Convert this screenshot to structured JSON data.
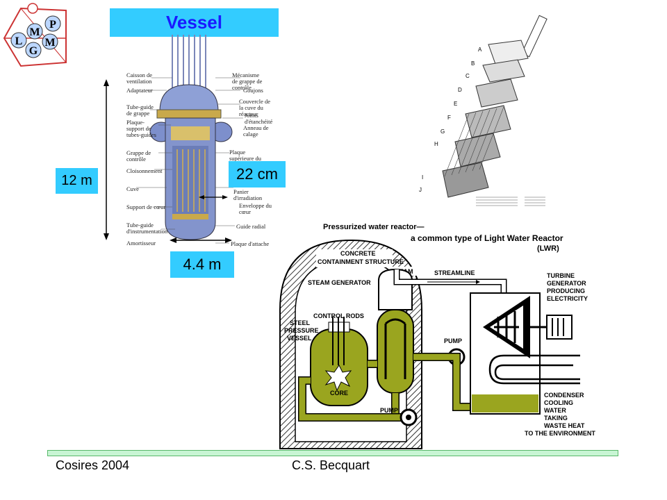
{
  "logo": {
    "letters": [
      "P",
      "L",
      "M",
      "M",
      "G"
    ]
  },
  "vessel": {
    "title": "Vessel",
    "left_labels": [
      "Caisson de ventilation",
      "Adaptateur",
      "Tube-guide de grappe",
      "Plaque-support de tubes-guides",
      "Grappe de contrôle",
      "Cloisonnement",
      "Cuve",
      "Support de cœur",
      "Tube-guide d'instrumentation",
      "Amortisseur"
    ],
    "right_labels": [
      "Mécanisme de grappe de contrôle",
      "Goujons",
      "Couvercle de la cuve du réacteur",
      "Joints d'étanchéité",
      "Anneau de calage",
      "Plaque supérieure du cœur",
      "Panier d'irradiation",
      "Enveloppe du cœur",
      "Guide radial",
      "Plaque d'attache"
    ],
    "dims": {
      "height": "12 m",
      "thickness": "22 cm",
      "diameter": "4.4 m"
    }
  },
  "assembly": {
    "labels": [
      "A",
      "B",
      "C",
      "D",
      "E",
      "F",
      "G",
      "H",
      "I",
      "J"
    ]
  },
  "pwr": {
    "title_line1": "Pressurized water reactor—",
    "title_line2": "a common type of Light Water Reactor",
    "title_line3": "(LWR)",
    "labels": {
      "concrete1": "CONCRETE",
      "concrete2": "CONTAINMENT STRUCTURE",
      "steam": "STEAM",
      "streamline": "STREAMLINE",
      "steam_generator": "STEAM GENERATOR",
      "control_rods": "CONTROL RODS",
      "vessel1": "STEEL",
      "vessel2": "PRESSURE",
      "vessel3": "VESSEL",
      "core": "CORE",
      "pump1": "PUMP",
      "pump2": "PUMP",
      "turbine1": "TURBINE",
      "turbine2": "GENERATOR",
      "turbine3": "PRODUCING",
      "turbine4": "ELECTRICITY",
      "condenser1": "CONDENSER",
      "condenser2": "COOLING",
      "condenser3": "WATER",
      "condenser4": "TAKING",
      "condenser5": "WASTE HEAT",
      "condenser6": "TO THE ENVIRONMENT"
    },
    "colors": {
      "water": "#9aa51f",
      "concrete": "#ffffff"
    }
  },
  "footer": {
    "left": "Cosires 2004",
    "center": "C.S. Becquart"
  }
}
